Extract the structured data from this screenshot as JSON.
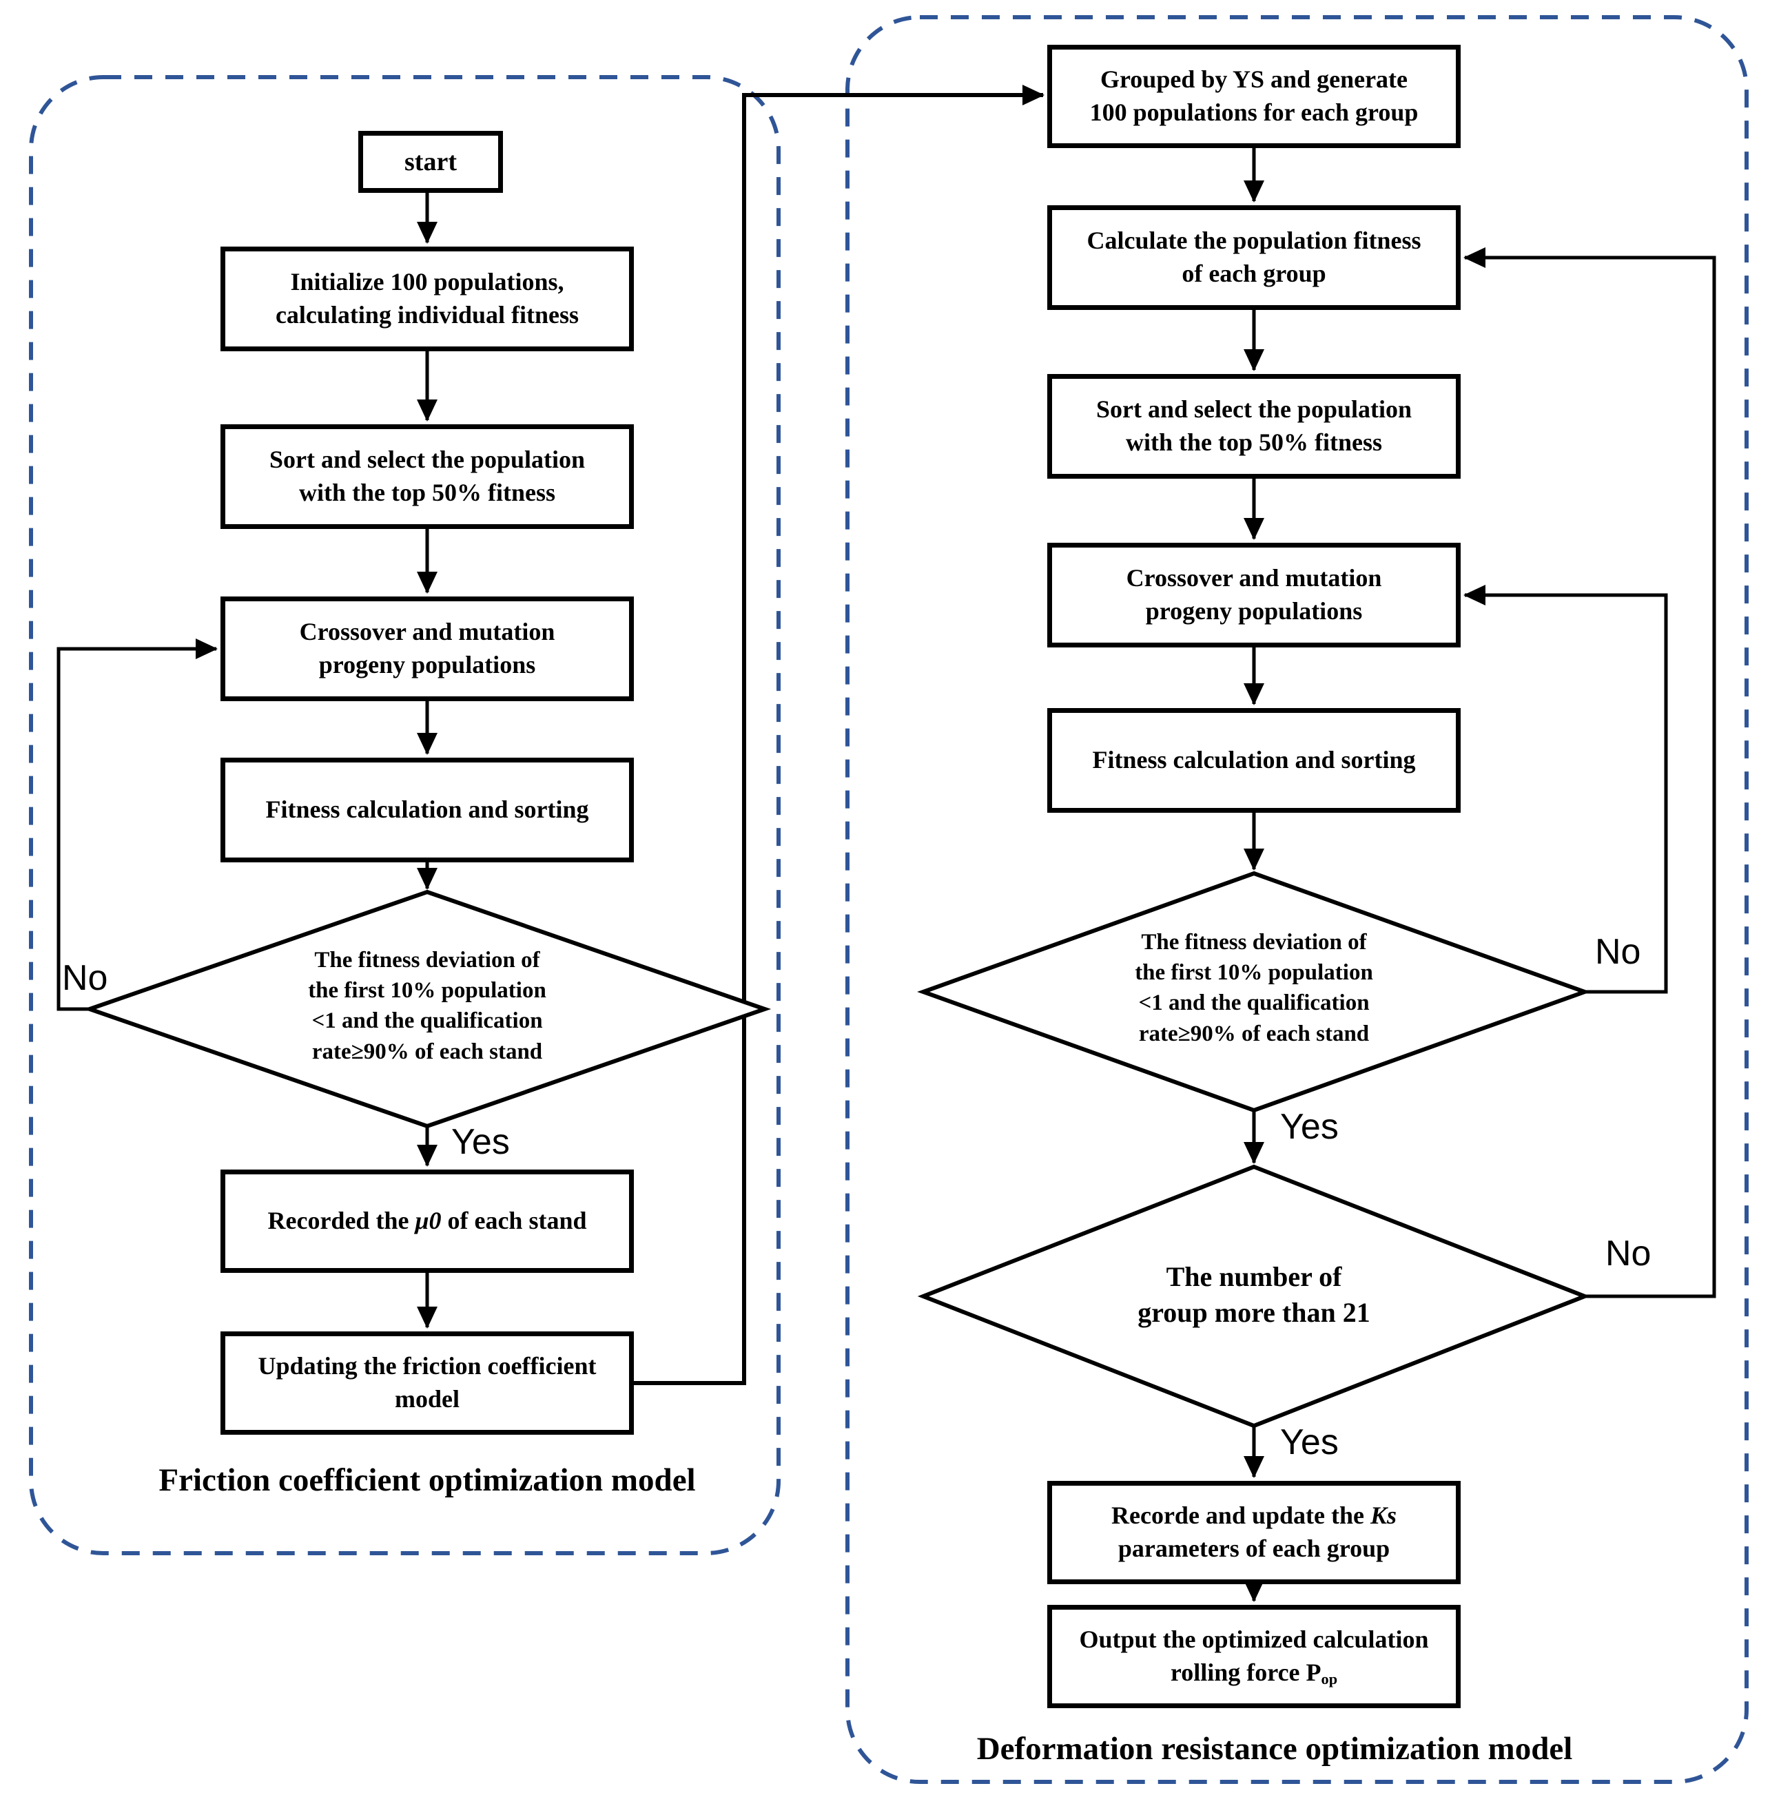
{
  "diagram": {
    "left_panel": {
      "title": "Friction coefficient optimization model",
      "nodes": {
        "start": "start",
        "init_l1": "Initialize 100 populations,",
        "init_l2": "calculating individual fitness",
        "sort_l1": "Sort and select the population",
        "sort_l2": "with the top 50% fitness",
        "cross_l1": "Crossover and mutation",
        "cross_l2": "progeny populations",
        "fitness": "Fitness calculation and sorting",
        "dec_l1": "The fitness deviation of",
        "dec_l2": "the first 10% population",
        "dec_l3": "<1 and the qualification",
        "dec_l4": "rate≥90% of each stand",
        "recorded_pre": "Recorded the",
        "recorded_mu": "μ0",
        "recorded_post": "of each stand",
        "upd_l1": "Updating the friction coefficient",
        "upd_l2": "model"
      },
      "edge_labels": {
        "no": "No",
        "yes": "Yes"
      }
    },
    "right_panel": {
      "title": "Deformation resistance optimization model",
      "nodes": {
        "grouped_l1": "Grouped by YS and generate",
        "grouped_l2": "100 populations for each group",
        "calc_l1": "Calculate the population fitness",
        "calc_l2": "of each group",
        "sort_l1": "Sort and select the population",
        "sort_l2": "with the top 50% fitness",
        "cross_l1": "Crossover and mutation",
        "cross_l2": "progeny populations",
        "fitness": "Fitness calculation and sorting",
        "dec1_l1": "The fitness deviation of",
        "dec1_l2": "the first 10% population",
        "dec1_l3": "<1 and the qualification",
        "dec1_l4": "rate≥90% of each stand",
        "dec2_l1": "The number of",
        "dec2_l2": "group more than 21",
        "rec_pre": "Recorde and update the",
        "rec_ks": "Ks",
        "rec_l2": "parameters of each group",
        "out_l1": "Output the optimized calculation",
        "out_pre": "rolling force",
        "out_p": "P",
        "out_sub": "op"
      },
      "edge_labels": {
        "no1": "No",
        "yes1": "Yes",
        "no2": "No",
        "yes2": "Yes"
      }
    },
    "colors": {
      "line": "#000000",
      "dashed_border": "#2F5597",
      "background": "#FFFFFF",
      "text": "#000000"
    }
  }
}
